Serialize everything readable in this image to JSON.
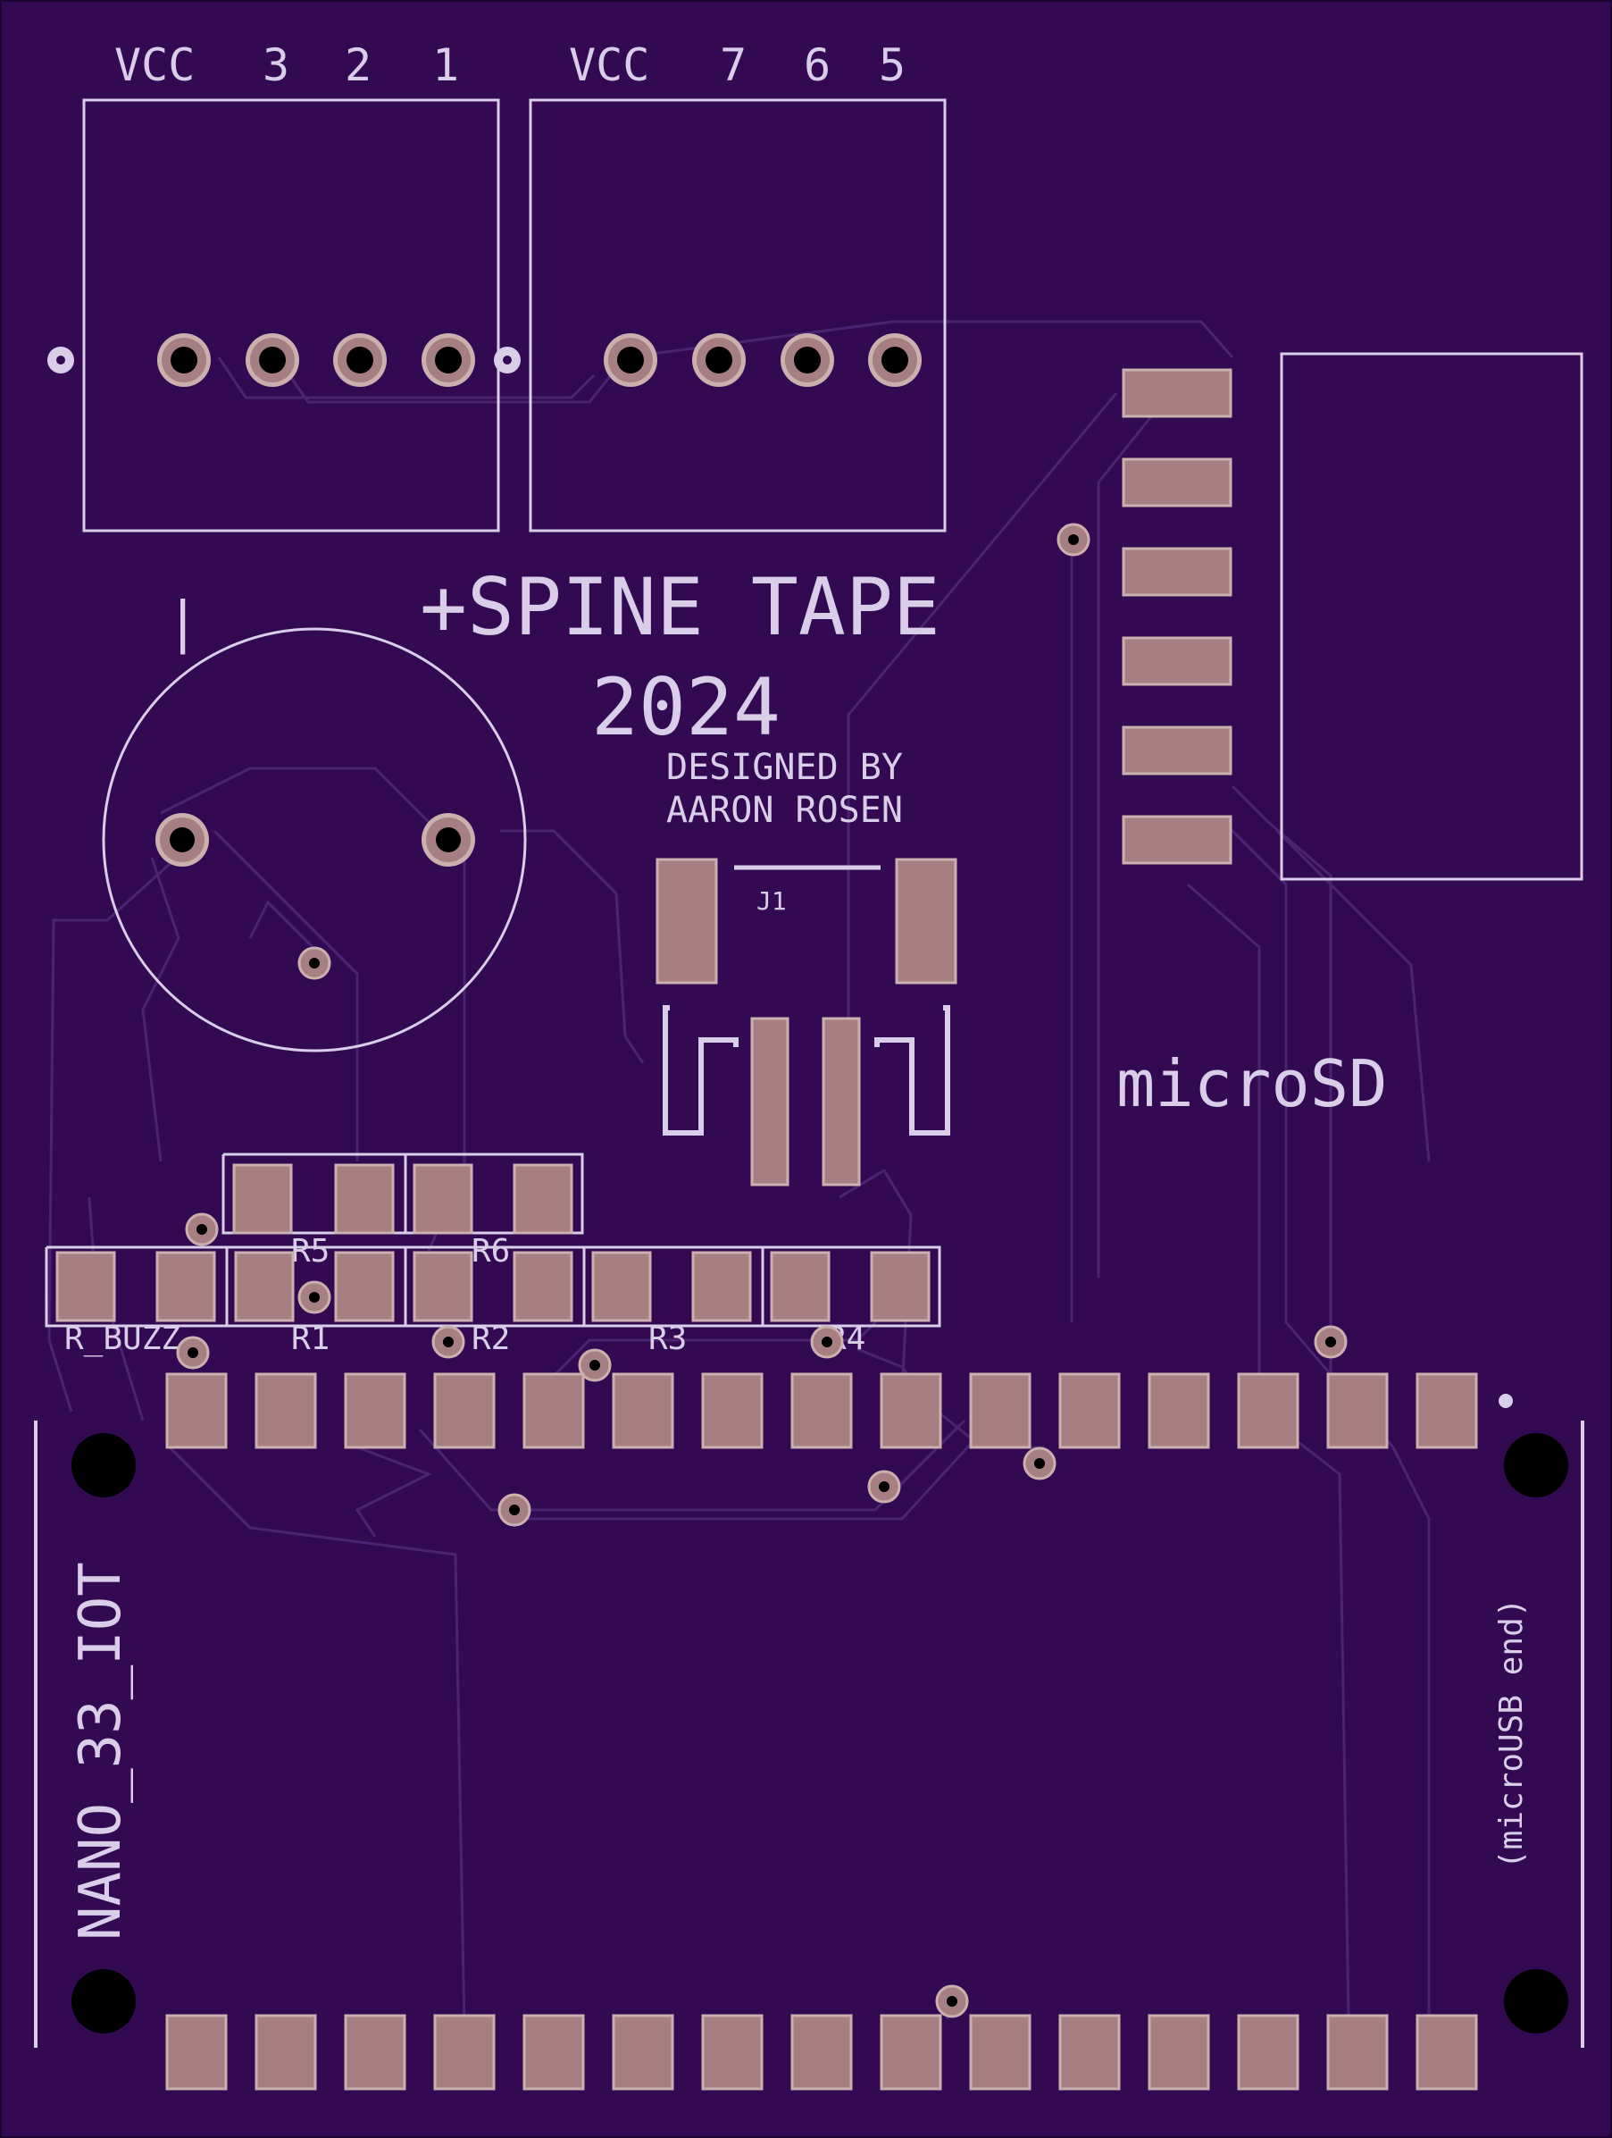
{
  "colors": {
    "board": "#330a52",
    "trace": "#4a2470",
    "silkscreen": "#d9cde8",
    "pad": "#a57f81",
    "pad_edge": "#cbb0b0",
    "hole": "#000000"
  },
  "connector_left": {
    "labels": [
      "VCC",
      "3",
      "2",
      "1"
    ]
  },
  "connector_right": {
    "labels": [
      "VCC",
      "7",
      "6",
      "5"
    ]
  },
  "title": {
    "line1": "+SPINE TAPE",
    "line2": "2024"
  },
  "credit": {
    "line1": "DESIGNED BY",
    "line2": "AARON ROSEN"
  },
  "buzzer": {
    "minus_mark": "|"
  },
  "jumper": {
    "label": "J1"
  },
  "microsd": {
    "label": "microSD"
  },
  "resistors": {
    "r5": "R5",
    "r6": "R6",
    "r_buzz": "R_BUZZ",
    "r1": "R1",
    "r2": "R2",
    "r3": "R3",
    "r4": "R4"
  },
  "nano": {
    "label": "NANO_33_IOT",
    "usb_note": "(microUSB end)"
  }
}
